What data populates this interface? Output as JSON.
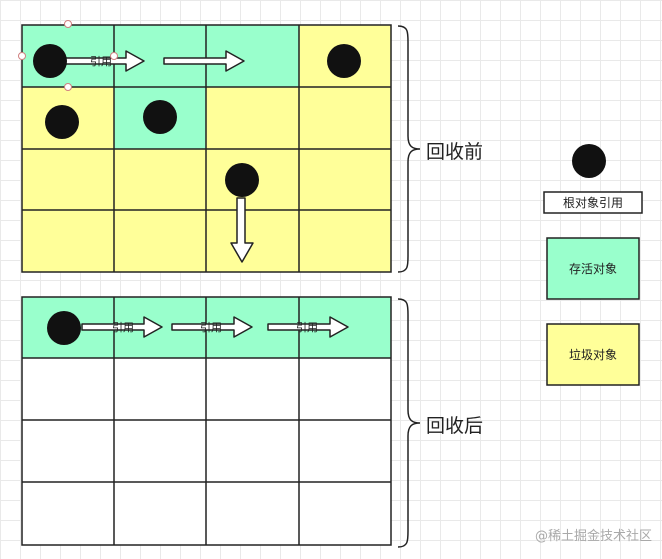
{
  "labels": {
    "before": "回收前",
    "after": "回收后",
    "reference": "引用",
    "watermark": "@稀土掘金技术社区"
  },
  "legend": {
    "root": "根对象引用",
    "alive": "存活对象",
    "garbage": "垃圾对象"
  },
  "colors": {
    "alive": "#99ffcc",
    "garbage": "#ffff99",
    "empty": "#ffffff",
    "root": "#111111",
    "line": "#222222"
  }
}
